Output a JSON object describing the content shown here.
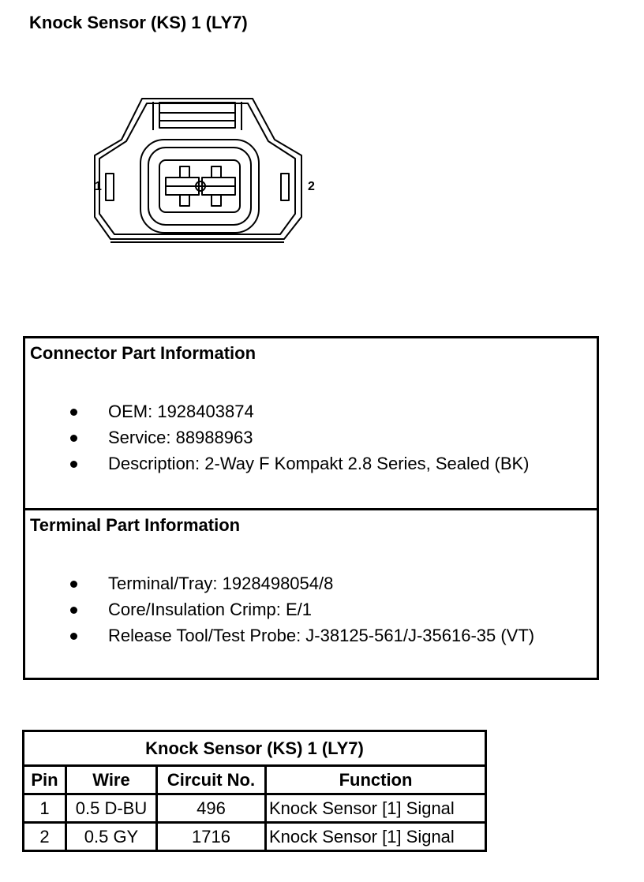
{
  "page_title": "Knock Sensor (KS) 1 (LY7)",
  "diagram": {
    "pin_left": "1",
    "pin_right": "2"
  },
  "connector_info": {
    "title": "Connector Part Information",
    "items": [
      "OEM: 1928403874",
      "Service: 88988963",
      "Description: 2-Way F Kompakt 2.8 Series, Sealed (BK)"
    ]
  },
  "terminal_info": {
    "title": "Terminal Part Information",
    "items": [
      "Terminal/Tray: 1928498054/8",
      "Core/Insulation Crimp: E/1",
      "Release Tool/Test Probe: J-38125-561/J-35616-35 (VT)"
    ]
  },
  "pin_table": {
    "title": "Knock Sensor (KS) 1 (LY7)",
    "headers": [
      "Pin",
      "Wire",
      "Circuit No.",
      "Function"
    ],
    "rows": [
      [
        "1",
        "0.5 D-BU",
        "496",
        "Knock Sensor [1] Signal"
      ],
      [
        "2",
        "0.5 GY",
        "1716",
        "Knock Sensor [1] Signal"
      ]
    ]
  }
}
